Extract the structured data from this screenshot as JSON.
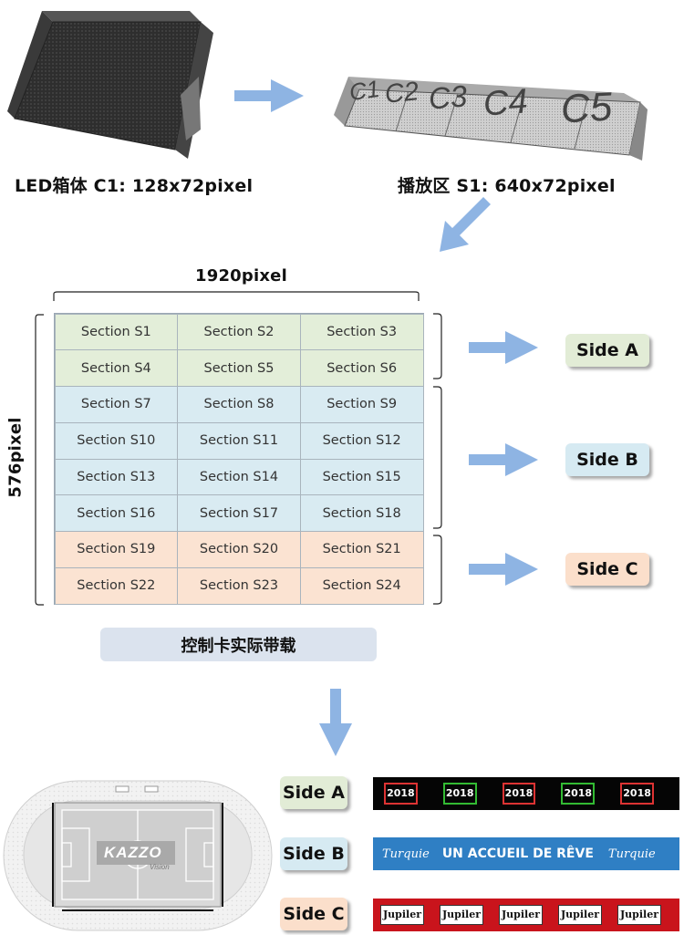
{
  "top": {
    "led_caption": "LED箱体 C1: 128x72pixel",
    "section_caption": "播放区 S1: 640x72pixel",
    "cabinets": [
      "C1",
      "C2",
      "C3",
      "C4",
      "C5"
    ]
  },
  "grid": {
    "width_label": "1920pixel",
    "height_label": "576pixel",
    "cells": [
      "Section S1",
      "Section S2",
      "Section S3",
      "Section S4",
      "Section S5",
      "Section S6",
      "Section S7",
      "Section S8",
      "Section S9",
      "Section S10",
      "Section S11",
      "Section S12",
      "Section S13",
      "Section S14",
      "Section S15",
      "Section S16",
      "Section S17",
      "Section S18",
      "Section S19",
      "Section S20",
      "Section S21",
      "Section S22",
      "Section S23",
      "Section S24"
    ],
    "groups": [
      "a",
      "a",
      "a",
      "a",
      "a",
      "a",
      "b",
      "b",
      "b",
      "b",
      "b",
      "b",
      "b",
      "b",
      "b",
      "b",
      "b",
      "b",
      "c",
      "c",
      "c",
      "c",
      "c",
      "c"
    ]
  },
  "sides": {
    "a": "Side A",
    "b": "Side B",
    "c": "Side C"
  },
  "control_card": "控制卡实际带载",
  "banners": {
    "side_a_badge": "2018",
    "side_b_text": "UN ACCUEIL DE RÊVE",
    "side_b_logo": "Turquie",
    "side_c_logo": "Jupiler"
  },
  "stadium": {
    "logo": "KAZZO",
    "logo_sub": "Vision"
  },
  "colors": {
    "arrow": "#8eb4e3",
    "side_a": "#e2ecd6",
    "side_b": "#d6eaf2",
    "side_c": "#fbdfcb",
    "control_card_bg": "#dbe3ee"
  }
}
